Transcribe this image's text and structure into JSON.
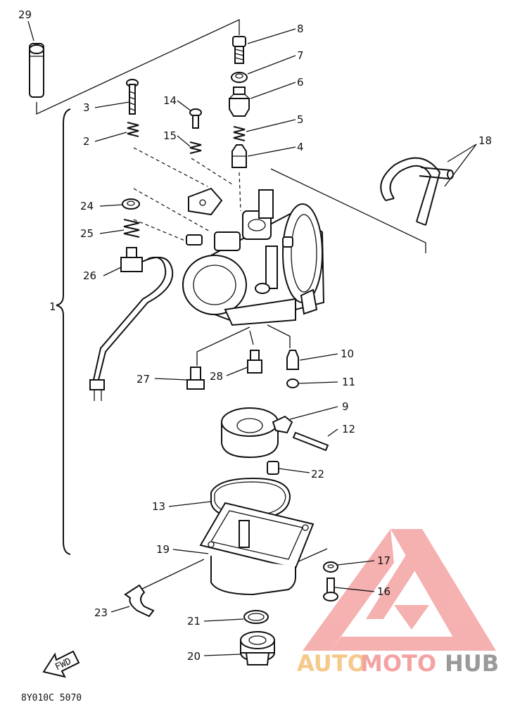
{
  "diagram": {
    "callouts": [
      "1",
      "2",
      "3",
      "4",
      "5",
      "6",
      "7",
      "8",
      "9",
      "10",
      "11",
      "12",
      "13",
      "14",
      "15",
      "16",
      "17",
      "18",
      "19",
      "20",
      "21",
      "22",
      "23",
      "24",
      "25",
      "26",
      "27",
      "28",
      "29"
    ],
    "direction_arrow": "FWD",
    "drawing_code": "8Y010C 5070"
  },
  "watermark": {
    "text_auto": "AUTO",
    "text_moto": "MOTO",
    "text_hub": "HUB",
    "color_primary": "#f4a3a3",
    "color_accent": "#f5c98a",
    "color_dark": "#9a9a9a"
  }
}
